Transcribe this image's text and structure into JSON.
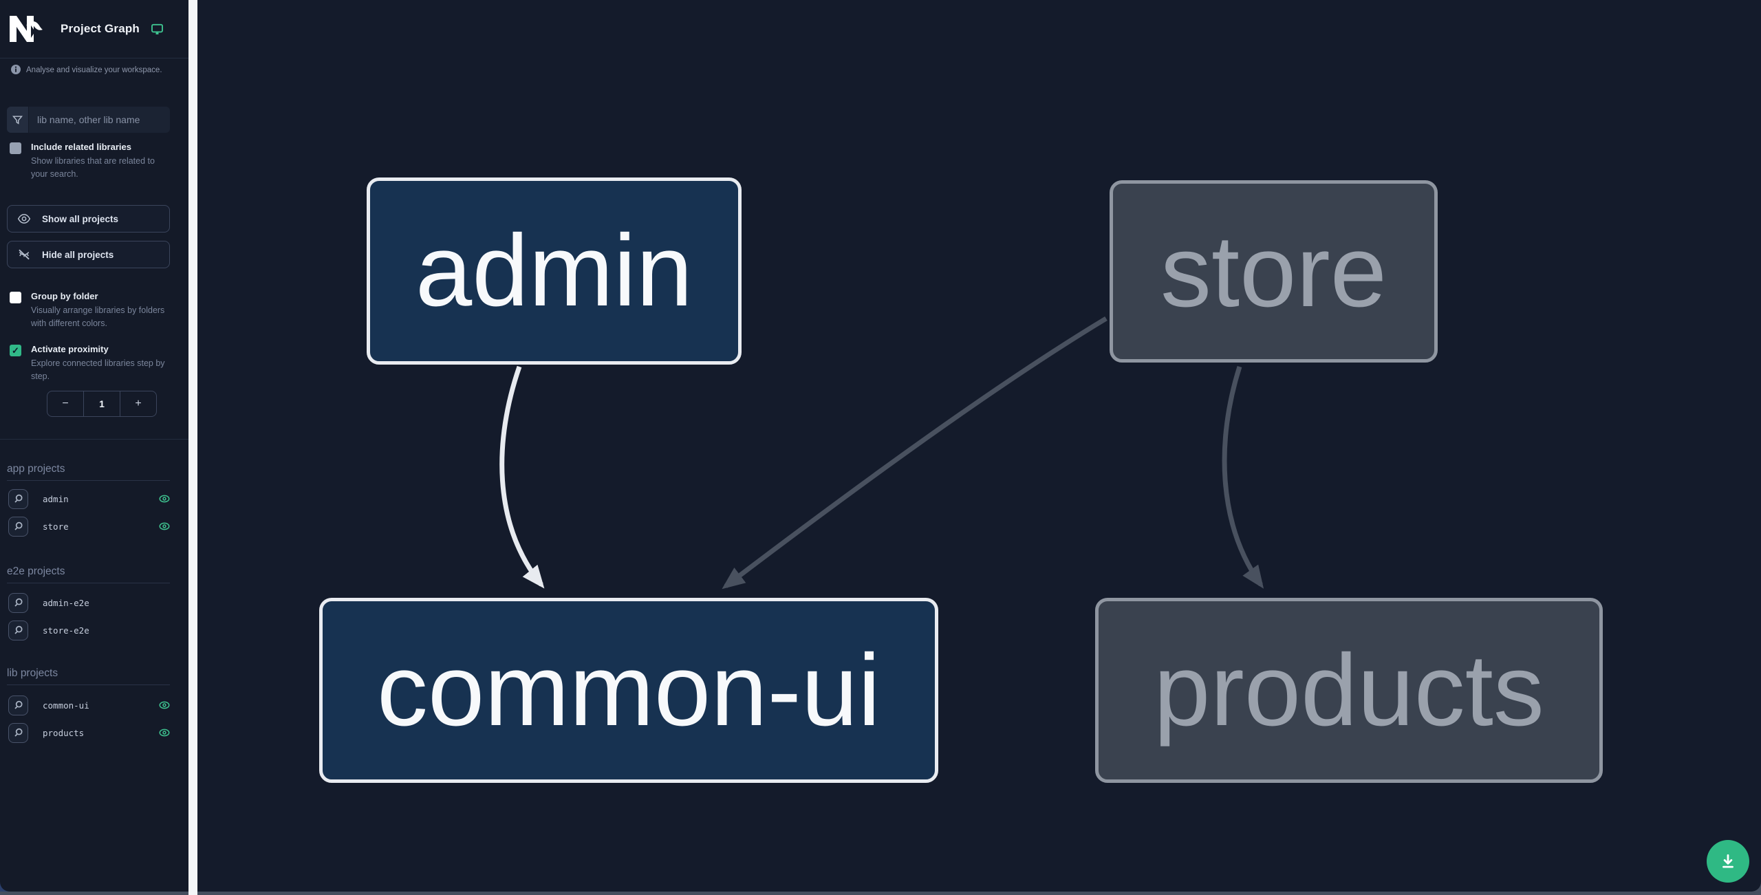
{
  "header": {
    "title": "Project Graph",
    "logo_icon": "nx-logo",
    "screen_icon": "monitor-icon"
  },
  "intro": {
    "info_icon": "info-icon",
    "text": "Analyse and visualize your workspace."
  },
  "search": {
    "filter_icon": "filter-icon",
    "placeholder": "lib name, other lib name",
    "value": ""
  },
  "actions": {
    "show_all": "Show all projects",
    "hide_all": "Hide all projects"
  },
  "options": {
    "include_related": {
      "label": "Include related libraries",
      "description": "Show libraries that are related to your search.",
      "checked": false
    },
    "group_by_folder": {
      "label": "Group by folder",
      "description": "Visually arrange libraries by folders with different colors.",
      "checked": false
    },
    "activate_proximity": {
      "label": "Activate proximity",
      "description": "Explore connected libraries step by step.",
      "checked": true,
      "checkmark": "✓"
    }
  },
  "stepper": {
    "decrement": "−",
    "value": "1",
    "increment": "+"
  },
  "sections": [
    {
      "title": "app projects",
      "items": [
        {
          "name": "admin",
          "visible": true
        },
        {
          "name": "store",
          "visible": true
        }
      ]
    },
    {
      "title": "e2e projects",
      "items": [
        {
          "name": "admin-e2e",
          "visible": false
        },
        {
          "name": "store-e2e",
          "visible": false
        }
      ]
    },
    {
      "title": "lib projects",
      "items": [
        {
          "name": "common-ui",
          "visible": true
        },
        {
          "name": "products",
          "visible": true
        }
      ]
    }
  ],
  "graph": {
    "nodes": [
      {
        "id": "admin",
        "label": "admin",
        "state": "focused"
      },
      {
        "id": "store",
        "label": "store",
        "state": "dimmed"
      },
      {
        "id": "common-ui",
        "label": "common-ui",
        "state": "focused"
      },
      {
        "id": "products",
        "label": "products",
        "state": "dimmed"
      }
    ],
    "edges": [
      {
        "from": "admin",
        "to": "common-ui",
        "style": "highlighted"
      },
      {
        "from": "store",
        "to": "common-ui",
        "style": "dimmed"
      },
      {
        "from": "store",
        "to": "products",
        "style": "dimmed"
      }
    ]
  },
  "fab": {
    "icon": "download-icon"
  },
  "colors": {
    "accent_green": "#3ec28f",
    "node_focused_fill": "#173251",
    "node_focused_border": "#e9ecf1",
    "node_dimmed_fill": "#3a424f",
    "node_dimmed_border": "#8f96a1",
    "edge_highlight": "#e8ebf0",
    "edge_dimmed": "#49515f"
  }
}
